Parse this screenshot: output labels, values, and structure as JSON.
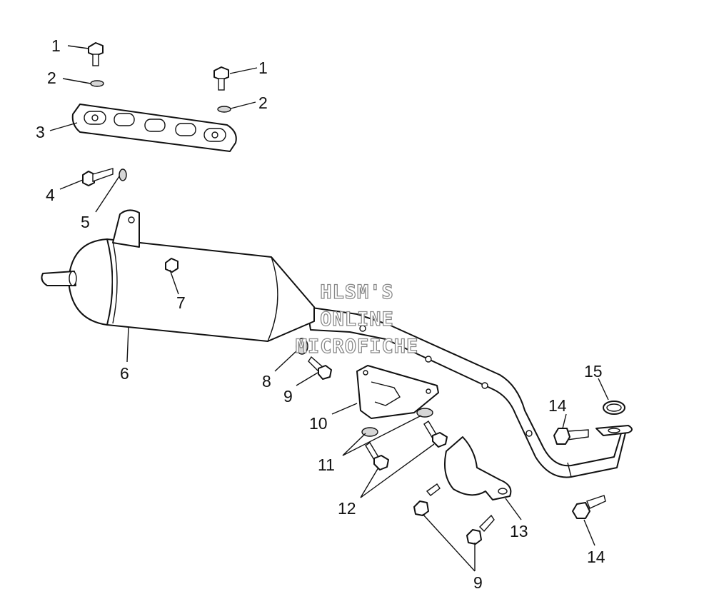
{
  "diagram": {
    "watermark": [
      "HLSM'S",
      "ONLINE",
      "MICROFICHE"
    ],
    "callouts": {
      "c1a": "1",
      "c1b": "1",
      "c2a": "2",
      "c2b": "2",
      "c3": "3",
      "c4": "4",
      "c5": "5",
      "c6": "6",
      "c7": "7",
      "c8": "8",
      "c9a": "9",
      "c9b": "9",
      "c10": "10",
      "c11": "11",
      "c12": "12",
      "c13": "13",
      "c14a": "14",
      "c14b": "14",
      "c15": "15"
    }
  }
}
